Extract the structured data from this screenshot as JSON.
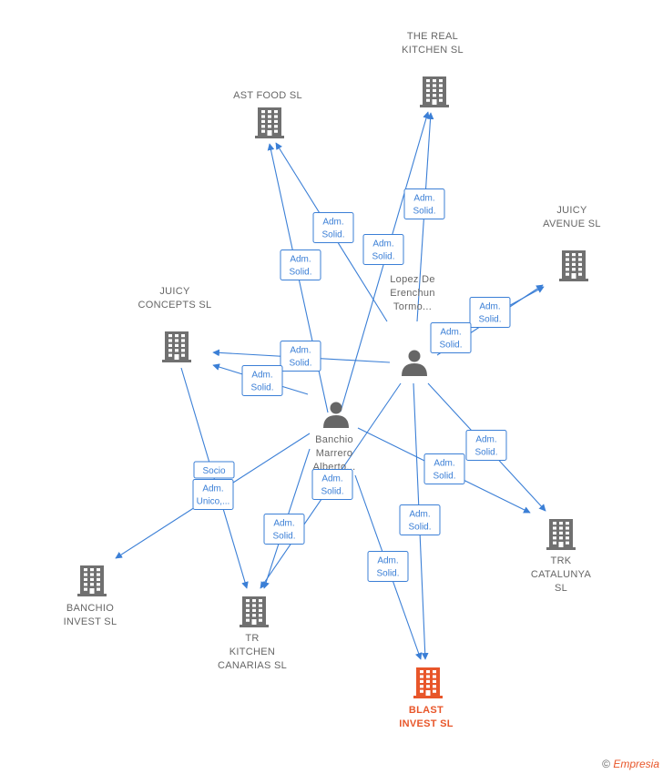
{
  "colors": {
    "edge": "#3b7fd6",
    "company": "#707070",
    "target_company": "#e8562a",
    "person": "#666666"
  },
  "nodes": [
    {
      "id": "ast",
      "kind": "company",
      "icon": "building-icon",
      "lines": [
        "AST FOOD  SL"
      ]
    },
    {
      "id": "real",
      "kind": "company",
      "icon": "building-icon",
      "lines": [
        "THE REAL",
        "KITCHEN  SL"
      ]
    },
    {
      "id": "juicyav",
      "kind": "company",
      "icon": "building-icon",
      "lines": [
        "JUICY",
        "AVENUE SL"
      ]
    },
    {
      "id": "juicyco",
      "kind": "company",
      "icon": "building-icon",
      "lines": [
        "JUICY",
        "CONCEPTS  SL"
      ]
    },
    {
      "id": "lopez",
      "kind": "person",
      "icon": "person-icon",
      "lines": [
        "Lopez De",
        "Erenchun",
        "Tormo..."
      ]
    },
    {
      "id": "banchio",
      "kind": "person",
      "icon": "person-icon",
      "lines": [
        "Banchio",
        "Marrero",
        "Alberto..."
      ]
    },
    {
      "id": "trk",
      "kind": "company",
      "icon": "building-icon",
      "lines": [
        "TRK",
        "CATALUNYA",
        "SL"
      ]
    },
    {
      "id": "binvest",
      "kind": "company",
      "icon": "building-icon",
      "lines": [
        "BANCHIO",
        "INVEST  SL"
      ]
    },
    {
      "id": "trkit",
      "kind": "company",
      "icon": "building-icon",
      "lines": [
        "TR",
        "KITCHEN",
        "CANARIAS  SL"
      ]
    },
    {
      "id": "blast",
      "kind": "target",
      "icon": "building-icon",
      "lines": [
        "BLAST",
        "INVEST  SL"
      ]
    }
  ],
  "edges": [
    {
      "from": "lopez",
      "to": "ast",
      "label": [
        "Adm.",
        "Solid."
      ]
    },
    {
      "from": "banchio",
      "to": "ast",
      "label": [
        "Adm.",
        "Solid."
      ]
    },
    {
      "from": "banchio",
      "to": "real",
      "label": [
        "Adm.",
        "Solid."
      ]
    },
    {
      "from": "lopez",
      "to": "real",
      "label": [
        "Adm.",
        "Solid."
      ]
    },
    {
      "from": "lopez",
      "to": "juicyav",
      "label": [
        "Adm.",
        "Solid."
      ]
    },
    {
      "from": "banchio",
      "to": "juicyav",
      "label": [
        "Adm.",
        "Solid."
      ]
    },
    {
      "from": "lopez",
      "to": "juicyco",
      "label": [
        "Adm.",
        "Solid."
      ]
    },
    {
      "from": "banchio",
      "to": "juicyco",
      "label": [
        "Adm.",
        "Solid."
      ]
    },
    {
      "from": "lopez",
      "to": "trk",
      "label": [
        "Adm.",
        "Solid."
      ]
    },
    {
      "from": "banchio",
      "to": "trk",
      "label": [
        "Adm.",
        "Solid."
      ]
    },
    {
      "from": "juicyco",
      "to": "trkit",
      "label": [
        "Socio"
      ]
    },
    {
      "from": "banchio",
      "to": "binvest",
      "label": [
        "Adm.",
        "Unico,..."
      ]
    },
    {
      "from": "lopez",
      "to": "trkit",
      "label": [
        "Adm.",
        "Solid."
      ]
    },
    {
      "from": "banchio",
      "to": "trkit",
      "label": [
        "Adm.",
        "Solid."
      ]
    },
    {
      "from": "lopez",
      "to": "blast",
      "label": [
        "Adm.",
        "Solid."
      ]
    },
    {
      "from": "banchio",
      "to": "blast",
      "label": [
        "Adm.",
        "Solid."
      ]
    }
  ],
  "footer": {
    "copyright": "©",
    "brand": "Empresia"
  }
}
